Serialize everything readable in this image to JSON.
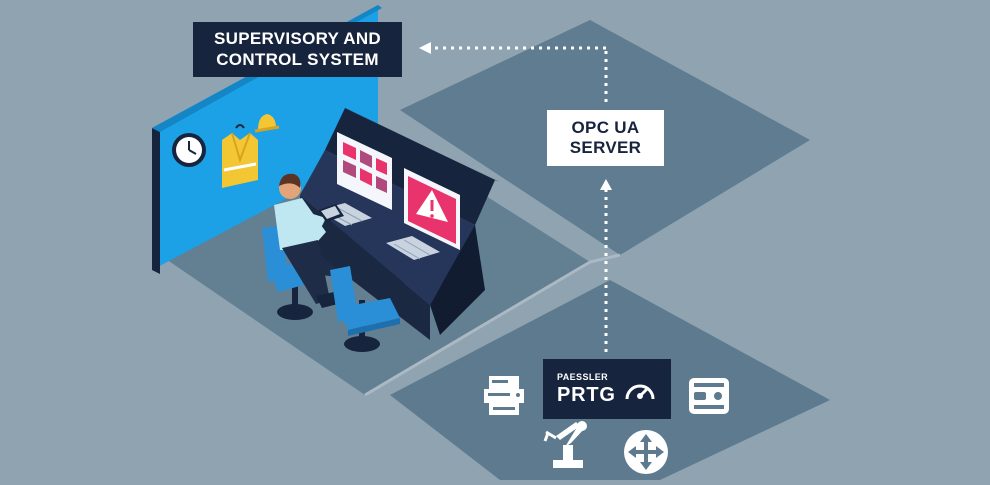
{
  "diagram": {
    "scada_label": [
      "SUPERVISORY AND",
      "CONTROL SYSTEM"
    ],
    "opc_label": [
      "OPC UA",
      "SERVER"
    ],
    "prtg_brand": "PAESSLER",
    "prtg_name": "PRTG",
    "device_icons": [
      "printer-icon",
      "network-device-icon",
      "robot-arm-icon",
      "router-icon"
    ],
    "colors": {
      "background": "#8fa3b1",
      "floor": "#637f92",
      "navy": "#17243d",
      "wall_blue": "#1ca0e6",
      "chair_blue": "#2a8fd6",
      "alert_pink": "#e8336d",
      "connector": "#ffffff"
    }
  }
}
